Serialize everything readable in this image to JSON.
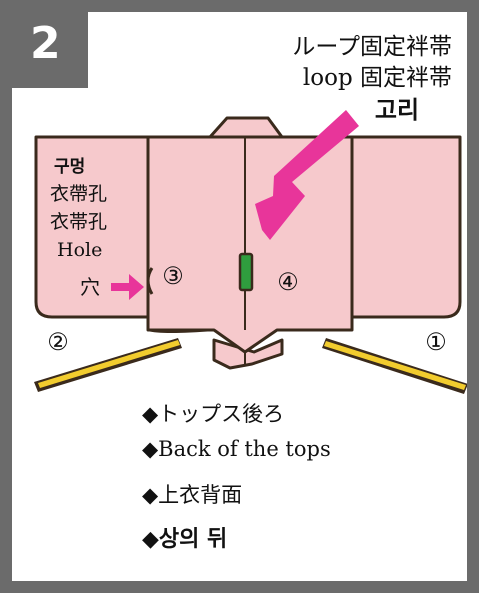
{
  "step": {
    "number": "2"
  },
  "loop_labels": {
    "japanese": "ループ固定袢帯",
    "english": "loop 固定袢帯",
    "korean": "고리"
  },
  "hole_labels": {
    "korean": "구멍",
    "chinese_1": "衣帶孔",
    "chinese_2": "衣帯孔",
    "english": "Hole",
    "japanese": "穴"
  },
  "markers": {
    "m1": "①",
    "m2": "②",
    "m3": "③",
    "m4": "④"
  },
  "captions": {
    "japanese": "◆トップス後ろ",
    "english": "◆Back of the tops",
    "chinese": "◆上衣背面",
    "korean": "◆상의 뒤"
  },
  "colors": {
    "frame": "#6b6b6b",
    "garment": "#f6c9cc",
    "outline": "#3a2a1c",
    "arrow": "#e8359a",
    "loop": "#2f9e3e",
    "belt": "#f2cc2e"
  }
}
